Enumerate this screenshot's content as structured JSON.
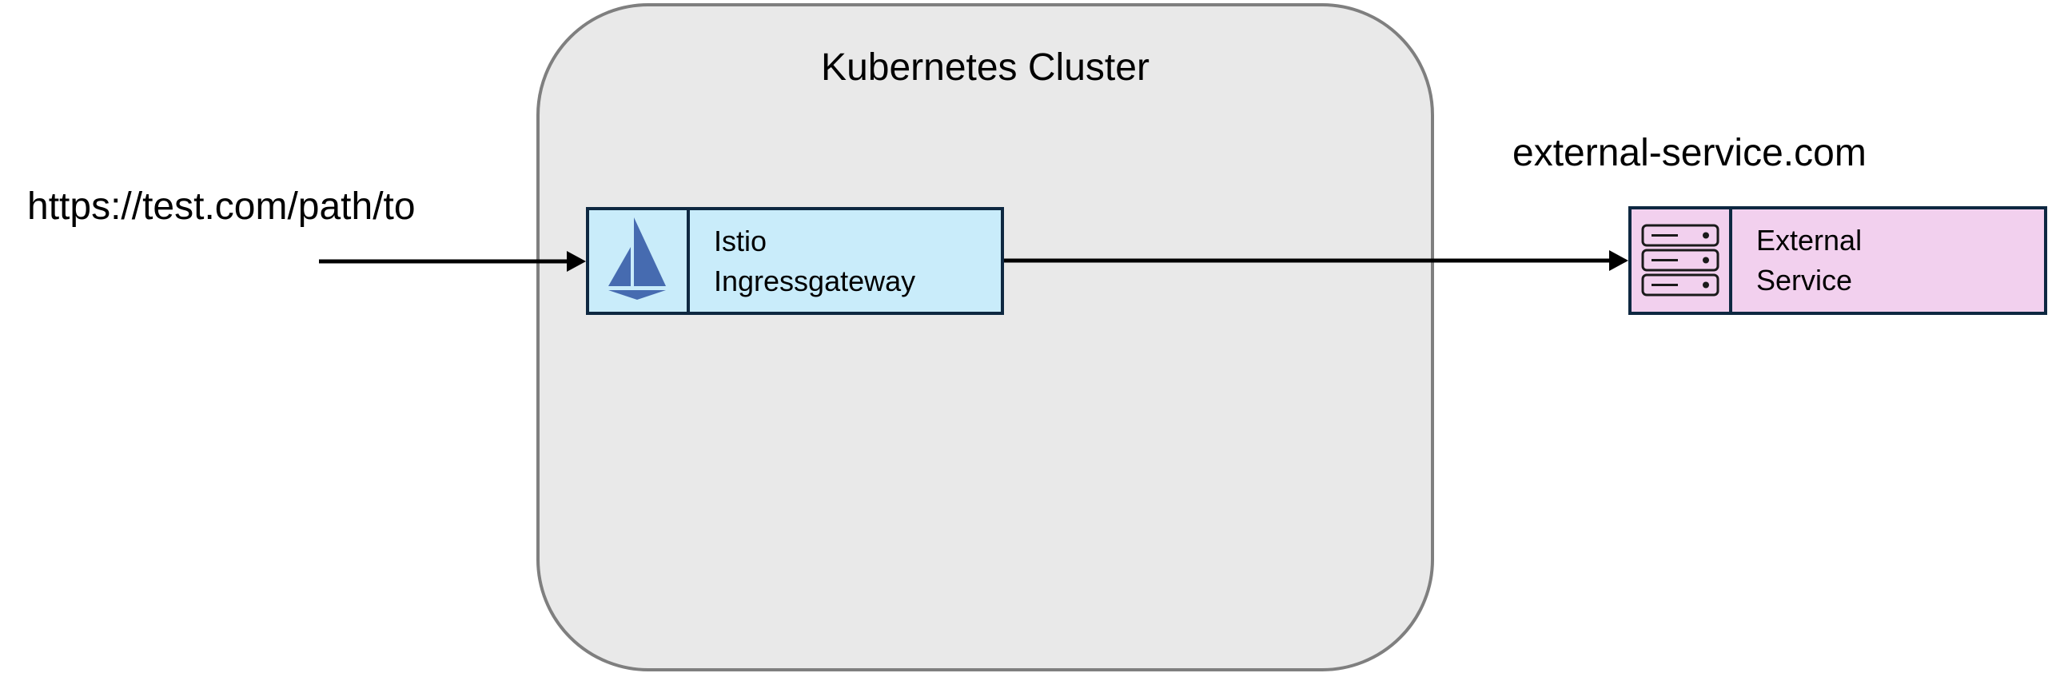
{
  "cluster": {
    "title": "Kubernetes Cluster"
  },
  "request": {
    "url": "https://test.com/path/to"
  },
  "gateway": {
    "icon": "istio-sail-icon",
    "line1": "Istio",
    "line2": "Ingressgateway"
  },
  "external": {
    "host": "external-service.com",
    "icon": "server-rack-icon",
    "line1": "External",
    "line2": "Service"
  },
  "colors": {
    "cluster_fill": "#e9e9e9",
    "cluster_border": "#7f7f7f",
    "gateway_fill": "#c9ecfa",
    "external_fill": "#f2d0ee",
    "node_border": "#0e2841",
    "istio_blue": "#466bb0"
  }
}
